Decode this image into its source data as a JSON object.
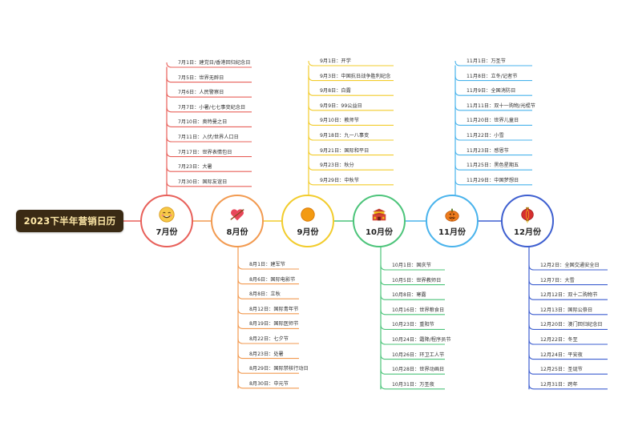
{
  "root": {
    "title": "2023下半年营销日历"
  },
  "colors": {
    "m7": "#e8605a",
    "m8": "#f29a50",
    "m9": "#f2cc2c",
    "m10": "#4cc47a",
    "m11": "#49b3ec",
    "m12": "#3e5fd0",
    "root_bg": "#3a2a14",
    "root_text": "#ffe9a8"
  },
  "months": [
    {
      "key": "m7",
      "label": "7月份",
      "icon": "smiley-face-icon",
      "events": [
        "7月1日：建党日/香港回归纪念日",
        "7月5日：世界无醉日",
        "7月6日：人民警察日",
        "7月7日：小暑/七七事变纪念日",
        "7月10日：奥特曼之日",
        "7月11日：入伏/世界人口日",
        "7月17日：世界表情包日",
        "7月23日：大暑",
        "7月30日：国际友谊日"
      ]
    },
    {
      "key": "m8",
      "label": "8月份",
      "icon": "heart-arrow-icon",
      "events": [
        "8月1日：建军节",
        "8月6日：国际电影节",
        "8月8日：立秋",
        "8月12日：国际青年节",
        "8月19日：国际医师节",
        "8月22日：七夕节",
        "8月23日：处暑",
        "8月29日：国际禁核行动日",
        "8月30日：中元节"
      ]
    },
    {
      "key": "m9",
      "label": "9月份",
      "icon": "orange-dot-icon",
      "events": [
        "9月1日：开学",
        "9月3日：中国抗日战争胜利纪念",
        "9月8日：白露",
        "9月9日：99公益日",
        "9月10日：教师节",
        "9月18日：九一八事变",
        "9月21日：国际和平日",
        "9月23日：秋分",
        "9月29日：中秋节"
      ]
    },
    {
      "key": "m10",
      "label": "10月份",
      "icon": "tiananmen-icon",
      "events": [
        "10月1日：国庆节",
        "10月5日：世界教师日",
        "10月8日：寒露",
        "10月16日：世界粮食日",
        "10月23日：重阳节",
        "10月24日：霜降/程序员节",
        "10月26日：环卫工人节",
        "10月28日：世界动画日",
        "10月31日：万圣夜"
      ]
    },
    {
      "key": "m11",
      "label": "11月份",
      "icon": "pumpkin-icon",
      "events": [
        "11月1日：万圣节",
        "11月8日：立冬/记者节",
        "11月9日：全国消防日",
        "11月11日：双十一购物/光棍节",
        "11月20日：世界儿童日",
        "11月22日：小雪",
        "11月23日：感恩节",
        "11月25日：黑色星期五",
        "11月29日：中国梦想日"
      ]
    },
    {
      "key": "m12",
      "label": "12月份",
      "icon": "lantern-icon",
      "events": [
        "12月2日：全国交通安全日",
        "12月7日：大雪",
        "12月12日：双十二购物节",
        "12月13日：国际公祭日",
        "12月20日：澳门回归纪念日",
        "12月22日：冬至",
        "12月24日：平安夜",
        "12月25日：圣诞节",
        "12月31日：跨年"
      ]
    }
  ]
}
